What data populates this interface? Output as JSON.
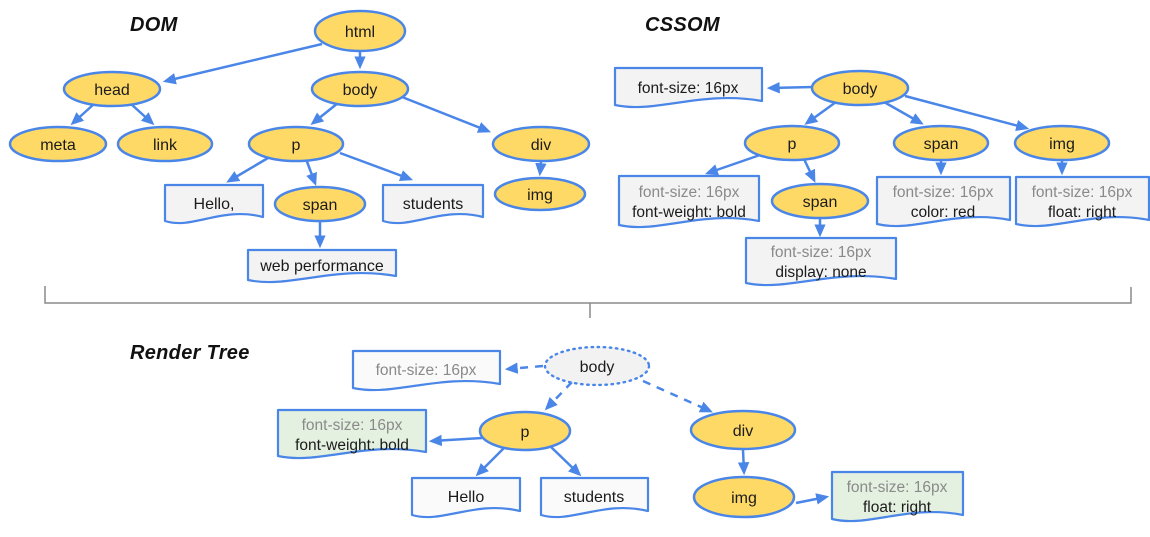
{
  "colors": {
    "node_fill": "#FFD966",
    "stroke": "#4A86E8",
    "doc_fill": "#F3F3F3",
    "green_fill": "#E4F0E0",
    "render_body_fill": "#F2F2F2",
    "gray_text": "#8A8A8A",
    "divider": "#8A8A8A"
  },
  "dom": {
    "title": "DOM",
    "nodes": {
      "html": "html",
      "head": "head",
      "body": "body",
      "meta": "meta",
      "link": "link",
      "p": "p",
      "div": "div",
      "span": "span",
      "img": "img"
    },
    "text_nodes": {
      "hello": "Hello,",
      "students": "students",
      "web_performance": "web performance"
    }
  },
  "cssom": {
    "title": "CSSOM",
    "nodes": {
      "body": "body",
      "p": "p",
      "span": "span",
      "img": "img",
      "p_span": "span"
    },
    "rules": {
      "body": [
        "font-size: 16px"
      ],
      "p": [
        "font-size: 16px",
        "font-weight: bold"
      ],
      "p_span": [
        "font-size: 16px",
        "display: none"
      ],
      "span": [
        "font-size: 16px",
        "color: red"
      ],
      "img": [
        "font-size: 16px",
        "float: right"
      ]
    }
  },
  "render_tree": {
    "title": "Render Tree",
    "nodes": {
      "body": "body",
      "p": "p",
      "div": "div",
      "img": "img"
    },
    "text_nodes": {
      "hello": "Hello",
      "students": "students"
    },
    "styles": {
      "body": [
        "font-size: 16px"
      ],
      "p": [
        "font-size: 16px",
        "font-weight: bold"
      ],
      "img": [
        "font-size: 16px",
        "float: right"
      ]
    }
  }
}
